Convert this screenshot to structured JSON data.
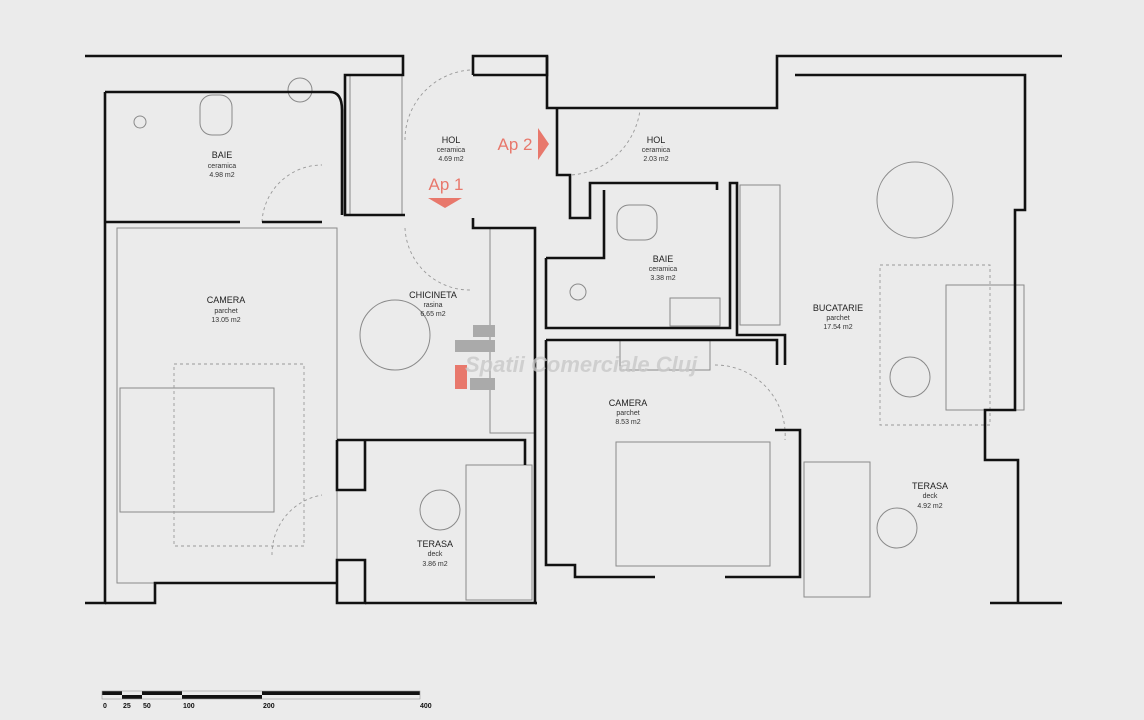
{
  "rooms": [
    {
      "name": "BAIE",
      "finish": "ceramica",
      "area": "4.98 m2"
    },
    {
      "name": "HOL",
      "finish": "ceramica",
      "area": "4.69 m2"
    },
    {
      "name": "HOL",
      "finish": "ceramica",
      "area": "2.03 m2"
    },
    {
      "name": "CAMERA",
      "finish": "parchet",
      "area": "13.05 m2"
    },
    {
      "name": "CHICINETA",
      "finish": "rasina",
      "area": "6.65 m2"
    },
    {
      "name": "BAIE",
      "finish": "ceramica",
      "area": "3.38 m2"
    },
    {
      "name": "BUCATARIE",
      "finish": "parchet",
      "area": "17.54 m2"
    },
    {
      "name": "CAMERA",
      "finish": "parchet",
      "area": "8.53 m2"
    },
    {
      "name": "TERASA",
      "finish": "deck",
      "area": "3.86 m2"
    },
    {
      "name": "TERASA",
      "finish": "deck",
      "area": "4.92 m2"
    }
  ],
  "entrances": {
    "ap1": "Ap 1",
    "ap2": "Ap 2"
  },
  "watermark": "Spatii Comerciale Cluj",
  "scale": [
    "0",
    "25",
    "50",
    "100",
    "200",
    "400"
  ],
  "colors": {
    "accent": "#e8786c",
    "wall": "#111111",
    "background": "#ebebeb"
  }
}
